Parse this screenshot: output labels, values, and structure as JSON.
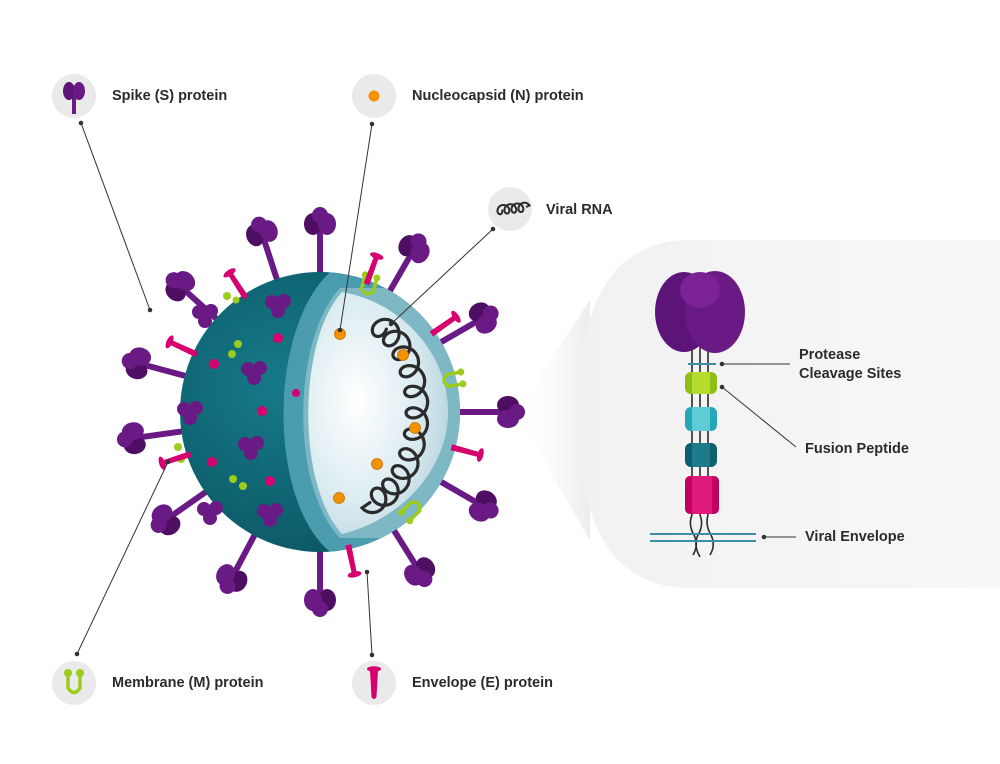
{
  "legend": {
    "spike": "Spike (S) protein",
    "nucleocapsid": "Nucleocapsid (N) protein",
    "rna": "Viral RNA",
    "membrane": "Membrane (M) protein",
    "envelope": "Envelope (E) protein"
  },
  "detail": {
    "cleavage_line1": "Protease",
    "cleavage_line2": "Cleavage Sites",
    "fusion": "Fusion Peptide",
    "envelope": "Viral Envelope"
  },
  "colors": {
    "spike": "#6a1a85",
    "spike_dark": "#4e0f63",
    "envelope_protein": "#d6006f",
    "membrane_protein": "#9ccc1c",
    "nucleocapsid": "#f39200",
    "shell_outer": "#0e6b7a",
    "shell_dark": "#0a5563",
    "shell_rim": "#4a9cae",
    "core": "#e8f3f6",
    "rna": "#2b2b2b"
  }
}
